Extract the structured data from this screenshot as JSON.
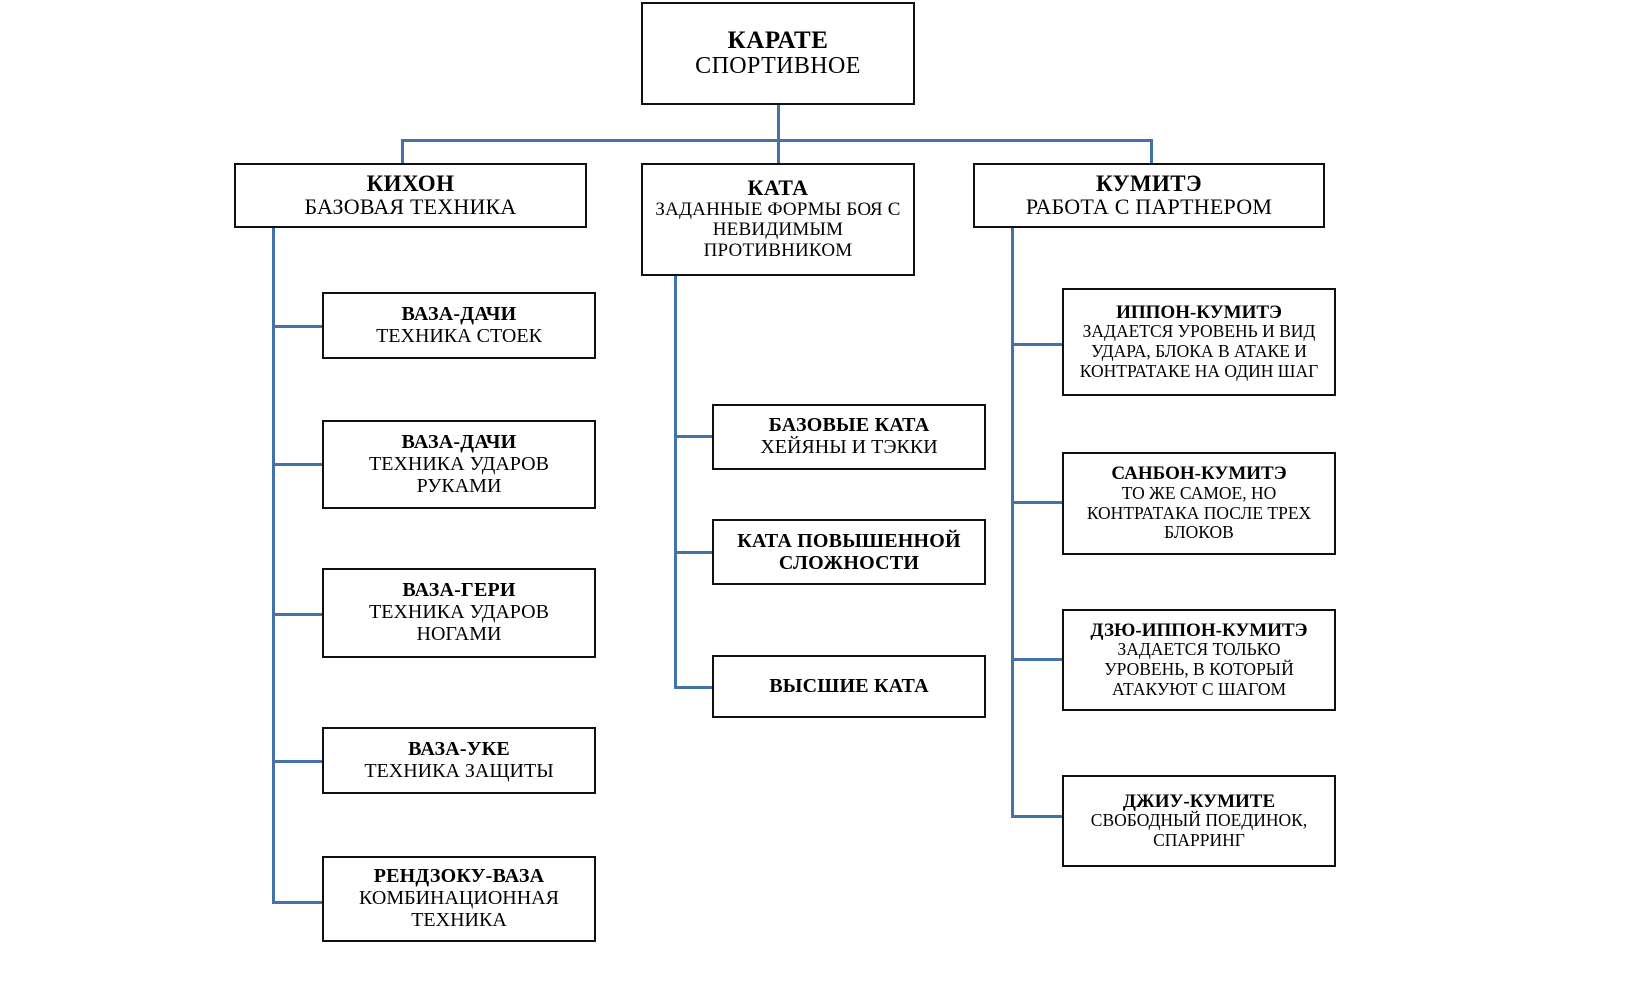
{
  "diagram": {
    "title": "КАРАТЕ СПОРТИВНОЕ",
    "accent_color": "#4472a8",
    "box_border_color": "#101010",
    "background": "#ffffff"
  },
  "root": {
    "title": "КАРАТЕ",
    "desc": "СПОРТИВНОЕ"
  },
  "branches": [
    {
      "title": "КИХОН",
      "desc_lines": [
        "БАЗОВАЯ ТЕХНИКА"
      ],
      "children": [
        {
          "title": "ВАЗА-ДАЧИ",
          "desc_lines": [
            "ТЕХНИКА СТОЕК"
          ]
        },
        {
          "title": "ВАЗА-ДАЧИ",
          "desc_lines": [
            "ТЕХНИКА УДАРОВ",
            "РУКАМИ"
          ]
        },
        {
          "title": "ВАЗА-ГЕРИ",
          "desc_lines": [
            "ТЕХНИКА УДАРОВ",
            "НОГАМИ"
          ]
        },
        {
          "title": "ВАЗА-УКЕ",
          "desc_lines": [
            "ТЕХНИКА ЗАЩИТЫ"
          ]
        },
        {
          "title": "РЕНДЗОКУ-ВАЗА",
          "desc_lines": [
            "КОМБИНАЦИОННАЯ",
            "ТЕХНИКА"
          ]
        }
      ]
    },
    {
      "title": "КАТА",
      "desc_lines": [
        "ЗАДАННЫЕ ФОРМЫ БОЯ С",
        "НЕВИДИМЫМ",
        "ПРОТИВНИКОМ"
      ],
      "children": [
        {
          "title": "БАЗОВЫЕ КАТА",
          "desc_lines": [
            "ХЕЙЯНЫ И ТЭККИ"
          ]
        },
        {
          "title": "КАТА ПОВЫШЕННОЙ СЛОЖНОСТИ",
          "desc_lines": []
        },
        {
          "title": "ВЫСШИЕ КАТА",
          "desc_lines": []
        }
      ]
    },
    {
      "title": "КУМИТЭ",
      "desc_lines": [
        "РАБОТА С ПАРТНЕРОМ"
      ],
      "children": [
        {
          "title": "ИППОН-КУМИТЭ",
          "desc_lines": [
            "ЗАДАЕТСЯ УРОВЕНЬ И ВИД",
            "УДАРА, БЛОКА В АТАКЕ И",
            "КОНТРАТАКЕ НА ОДИН ШАГ"
          ]
        },
        {
          "title": "САНБОН-КУМИТЭ",
          "desc_lines": [
            "ТО ЖЕ САМОЕ, НО",
            "КОНТРАТАКА ПОСЛЕ ТРЕХ",
            "БЛОКОВ"
          ]
        },
        {
          "title": "ДЗЮ-ИППОН-КУМИТЭ",
          "desc_lines": [
            "ЗАДАЕТСЯ ТОЛЬКО",
            "УРОВЕНЬ, В КОТОРЫЙ",
            "АТАКУЮТ С ШАГОМ"
          ]
        },
        {
          "title": "ДЖИУ-КУМИТЕ",
          "desc_lines": [
            "СВОБОДНЫЙ ПОЕДИНОК,",
            "СПАРРИНГ"
          ]
        }
      ]
    }
  ]
}
